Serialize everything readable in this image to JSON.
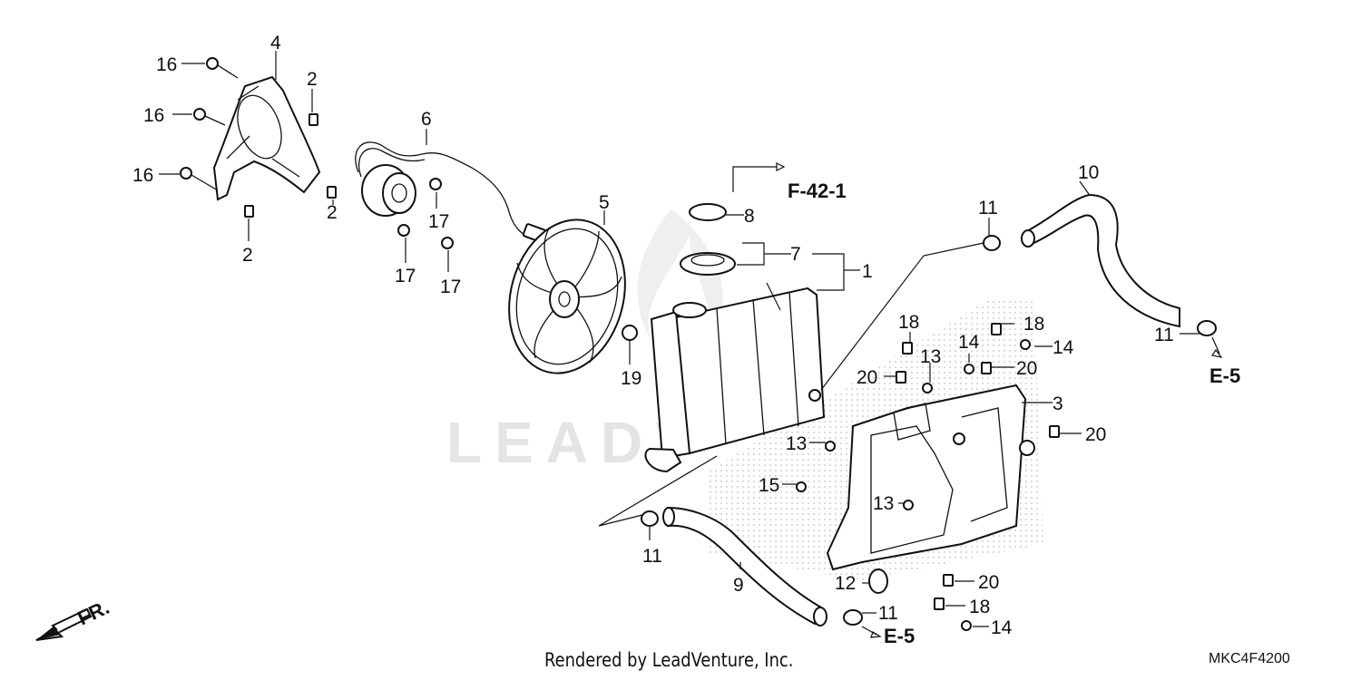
{
  "watermark": "LEADV",
  "footer": {
    "rendered_by": "Rendered by LeadVenture, Inc.",
    "diagram_code": "MKC4F4200"
  },
  "front_indicator": "FR.",
  "references": {
    "f42": "F-42-1",
    "e5_right": "E-5",
    "e5_bottom": "E-5"
  },
  "callouts": {
    "c1": "1",
    "c2a": "2",
    "c2b": "2",
    "c2c": "2",
    "c3": "3",
    "c4": "4",
    "c5": "5",
    "c6": "6",
    "c7": "7",
    "c8": "8",
    "c9": "9",
    "c10": "10",
    "c11a": "11",
    "c11b": "11",
    "c11c": "11",
    "c11d": "11",
    "c12": "12",
    "c13a": "13",
    "c13b": "13",
    "c13c": "13",
    "c14a": "14",
    "c14b": "14",
    "c14c": "14",
    "c15": "15",
    "c16a": "16",
    "c16b": "16",
    "c16c": "16",
    "c17a": "17",
    "c17b": "17",
    "c17c": "17",
    "c18a": "18",
    "c18b": "18",
    "c18c": "18",
    "c19": "19",
    "c20a": "20",
    "c20b": "20",
    "c20c": "20",
    "c20d": "20"
  }
}
